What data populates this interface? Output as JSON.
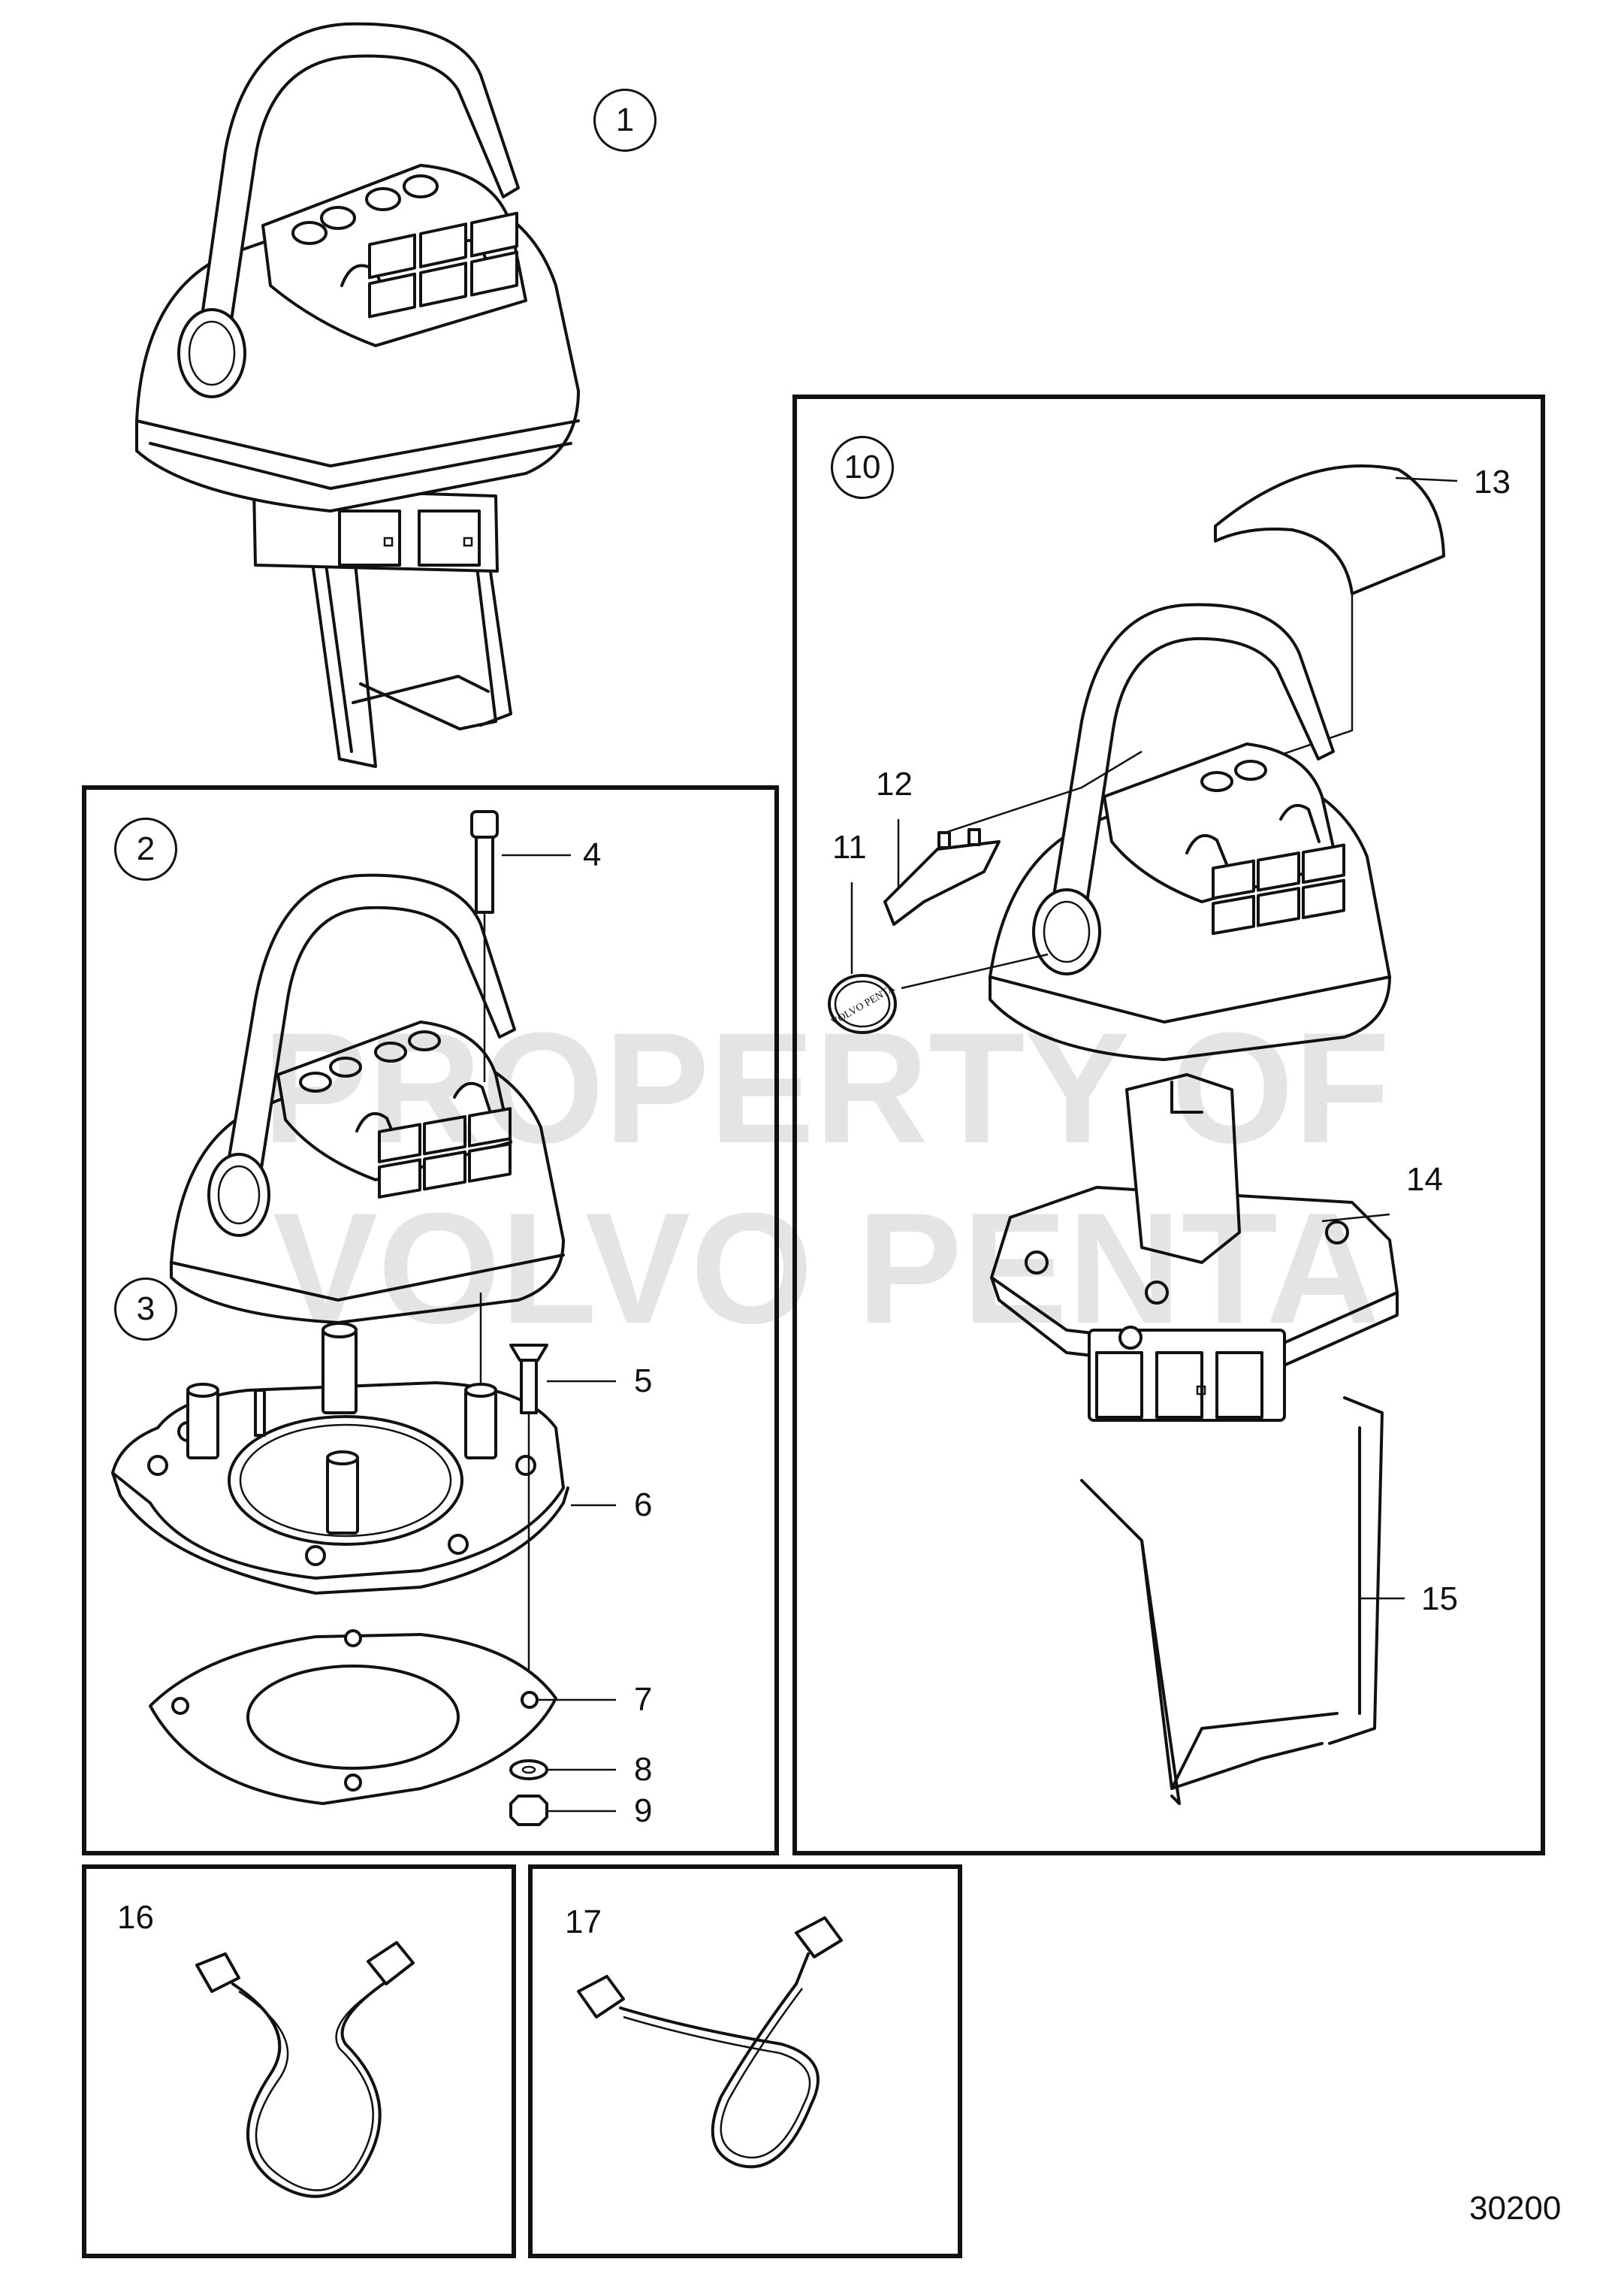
{
  "diagram": {
    "watermark_lines": [
      "PROPERTY OF",
      "VOLVO PENTA"
    ],
    "badge_text": "VOLVO PENTA",
    "reference_number": "30200",
    "group_callouts": [
      {
        "label": "1"
      },
      {
        "label": "2"
      },
      {
        "label": "3"
      },
      {
        "label": "10"
      }
    ],
    "part_callouts": [
      {
        "label": "4"
      },
      {
        "label": "5"
      },
      {
        "label": "6"
      },
      {
        "label": "7"
      },
      {
        "label": "8"
      },
      {
        "label": "9"
      },
      {
        "label": "11"
      },
      {
        "label": "12"
      },
      {
        "label": "13"
      },
      {
        "label": "14"
      },
      {
        "label": "15"
      },
      {
        "label": "16"
      },
      {
        "label": "17"
      }
    ]
  }
}
